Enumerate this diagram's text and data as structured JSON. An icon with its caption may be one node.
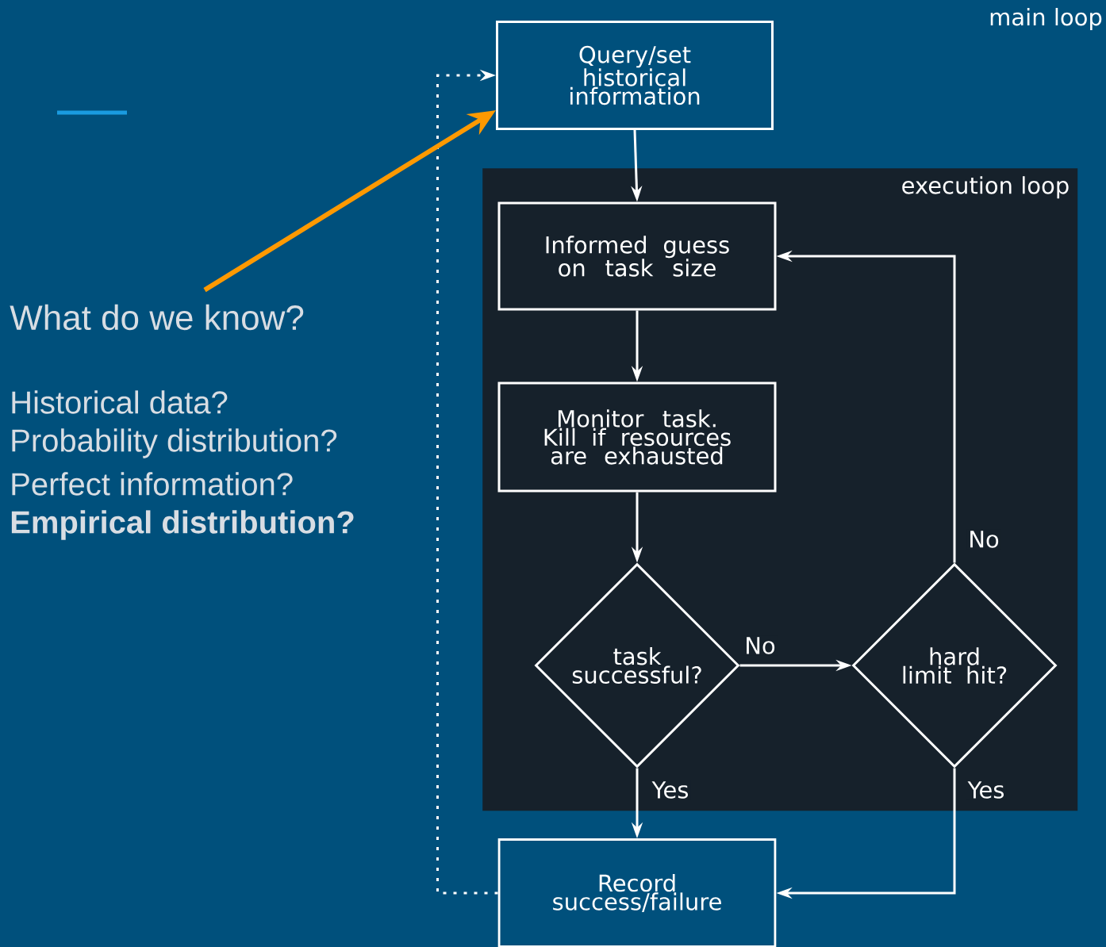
{
  "diagram": {
    "nodes": [
      {
        "text": [
          "Query/set historical information"
        ]
      },
      {
        "text": [
          "execution loop"
        ]
      },
      {
        "text": [
          "Informed guess on task size"
        ],
        "in": 1
      },
      {
        "text": [
          "Monitor task. Kill if resources are exhausted"
        ],
        "in": 1
      },
      {
        "text": [
          "task successful?"
        ],
        "in": 1
      },
      {
        "text": [
          "hard limit hit?"
        ],
        "in": 1
      },
      {
        "text": [
          "Record success/failure"
        ]
      },
      {
        "text": [
          "What do we know?"
        ]
      }
    ],
    "edges": [
      {
        "from": 0,
        "to": 2,
        "arrow": "to"
      },
      {
        "from": 2,
        "to": 3,
        "arrow": "to"
      },
      {
        "from": 3,
        "to": 4,
        "arrow": "to"
      },
      {
        "from": 4,
        "to": 5,
        "arrow": "to",
        "label": "No"
      },
      {
        "from": 5,
        "to": 2,
        "arrow": "to",
        "label": "No"
      },
      {
        "from": 4,
        "to": 6,
        "arrow": "to",
        "label": "Yes"
      },
      {
        "from": 5,
        "to": 6,
        "arrow": "to",
        "label": "Yes"
      },
      {
        "from": 6,
        "to": 0,
        "arrow": "to",
        "style": "dashed"
      },
      {
        "from": 7,
        "to": 0,
        "arrow": "to",
        "style": "thick",
        "color": "#ff9900"
      }
    ],
    "labels": [
      "main loop",
      "Historical data?",
      "Probability distribution?",
      "Perfect information?",
      "Empirical distribution?"
    ]
  }
}
